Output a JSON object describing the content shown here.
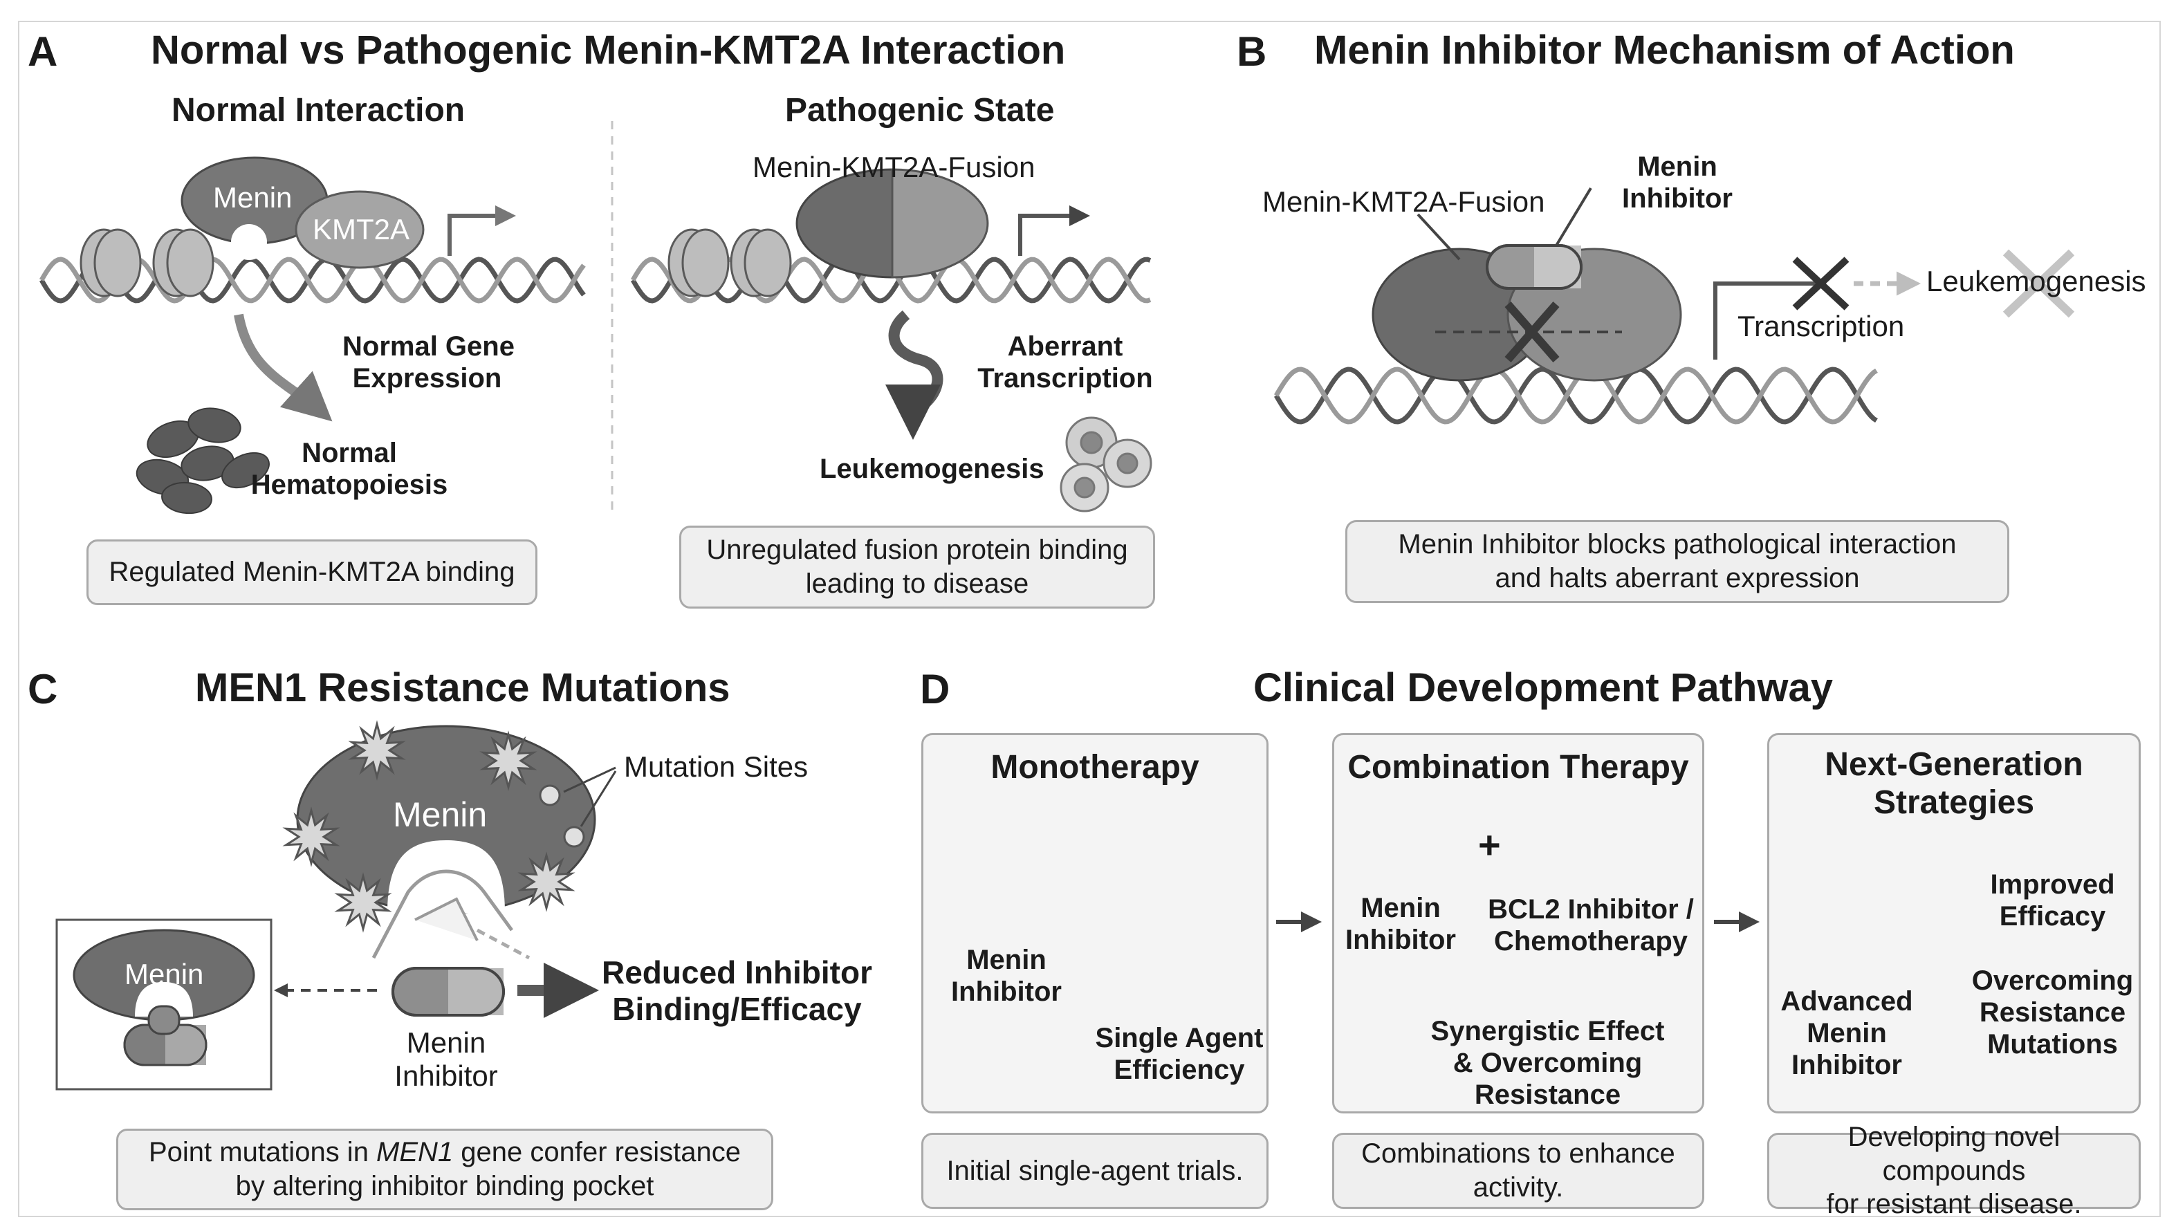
{
  "panel_a": {
    "letter": "A",
    "title": "Normal vs Pathogenic Menin-KMT2A Interaction",
    "normal": {
      "heading": "Normal Interaction",
      "menin_label": "Menin",
      "kmt2a_label": "KMT2A",
      "arrow_label_line1": "Normal Gene",
      "arrow_label_line2": "Expression",
      "outcome_line1": "Normal",
      "outcome_line2": "Hematopoiesis",
      "caption": "Regulated Menin-KMT2A binding"
    },
    "pathogenic": {
      "heading": "Pathogenic State",
      "fusion_label": "Menin-KMT2A-Fusion",
      "arrow_label_line1": "Aberrant",
      "arrow_label_line2": "Transcription",
      "outcome": "Leukemogenesis",
      "caption_line1": "Unregulated fusion protein binding",
      "caption_line2": "leading to disease"
    }
  },
  "panel_b": {
    "letter": "B",
    "title": "Menin Inhibitor Mechanism of Action",
    "fusion_label": "Menin-KMT2A-Fusion",
    "inhibitor_line1": "Menin",
    "inhibitor_line2": "Inhibitor",
    "transcription": "Transcription",
    "outcome": "Leukemogenesis",
    "caption_line1": "Menin Inhibitor blocks pathological interaction",
    "caption_line2": "and halts aberrant expression"
  },
  "panel_c": {
    "letter": "C",
    "title": "MEN1 Resistance Mutations",
    "menin_label": "Menin",
    "mutation_sites": "Mutation Sites",
    "inset_menin": "Menin",
    "inhibitor_line1": "Menin",
    "inhibitor_line2": "Inhibitor",
    "result_line1": "Reduced Inhibitor",
    "result_line2": "Binding/Efficacy",
    "caption_pre": "Point mutations in ",
    "caption_gene": "MEN1",
    "caption_post": " gene confer resistance",
    "caption_line2": "by altering inhibitor binding pocket"
  },
  "panel_d": {
    "letter": "D",
    "title": "Clinical Development Pathway",
    "stages": [
      {
        "title": "Monotherapy",
        "drug_line1": "Menin",
        "drug_line2": "Inhibitor",
        "result_line1": "Single Agent",
        "result_line2": "Efficiency",
        "caption": "Initial single-agent trials."
      },
      {
        "title": "Combination Therapy",
        "plus": "+",
        "drug_line1": "Menin",
        "drug_line2": "Inhibitor",
        "partner_line1": "BCL2 Inhibitor /",
        "partner_line2": "Chemotherapy",
        "result_line1": "Synergistic Effect",
        "result_line2": "& Overcoming",
        "result_line3": "Resistance",
        "caption_line1": "Combinations to enhance",
        "caption_line2": "activity."
      },
      {
        "title_line1": "Next-Generation",
        "title_line2": "Strategies",
        "drug_line1": "Advanced",
        "drug_line2": "Menin",
        "drug_line3": "Inhibitor",
        "outcome1_line1": "Improved",
        "outcome1_line2": "Efficacy",
        "outcome2_line1": "Overcoming",
        "outcome2_line2": "Resistance",
        "outcome2_line3": "Mutations",
        "caption_line1": "Developing novel compounds",
        "caption_line2": "for resistant disease."
      }
    ]
  },
  "colors": {
    "dark_gray": "#5d5d5d",
    "mid_gray": "#8a8a8a",
    "light_gray": "#c9c9c9",
    "box_fill": "#efefef"
  }
}
